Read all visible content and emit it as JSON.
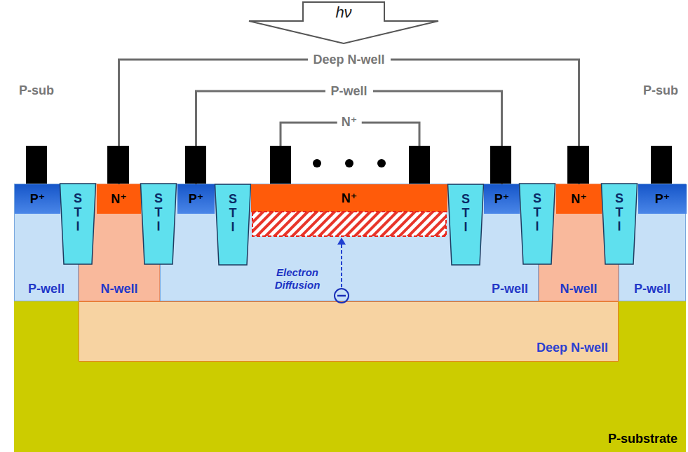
{
  "diagram": {
    "nodes": [
      {
        "text": [
          "hν"
        ]
      },
      {
        "text": [
          "P-substrate"
        ]
      },
      {
        "text": [
          "Deep N-well"
        ]
      },
      {
        "text": [
          "P-well"
        ]
      },
      {
        "text": [
          "N-well"
        ]
      },
      {
        "text": [
          "P-well"
        ]
      },
      {
        "text": [
          "N-well"
        ]
      },
      {
        "text": [
          "P-well"
        ]
      },
      {
        "text": [
          "P⁺"
        ],
        "in": 3
      },
      {
        "text": [
          "S T I"
        ]
      },
      {
        "text": [
          "N⁺"
        ],
        "in": 4
      },
      {
        "text": [
          "S T I"
        ]
      },
      {
        "text": [
          "P⁺"
        ],
        "in": 5
      },
      {
        "text": [
          "S T I"
        ],
        "in": 5
      },
      {
        "text": [
          "N⁺"
        ],
        "in": 5
      },
      {
        "text": [
          "S T I"
        ],
        "in": 5
      },
      {
        "text": [
          "P⁺"
        ],
        "in": 5
      },
      {
        "text": [
          "S T I"
        ]
      },
      {
        "text": [
          "N⁺"
        ],
        "in": 6
      },
      {
        "text": [
          "S T I"
        ]
      },
      {
        "text": [
          "P⁺"
        ],
        "in": 7
      }
    ],
    "edges": [
      {
        "from": 10,
        "to": 18,
        "label": "Deep N-well",
        "arrow": "none"
      },
      {
        "from": 12,
        "to": 16,
        "label": "P-well",
        "arrow": "none"
      }
    ],
    "labels": [
      "P-sub",
      "N⁺",
      "P-sub",
      "Electron Diffusion"
    ]
  }
}
